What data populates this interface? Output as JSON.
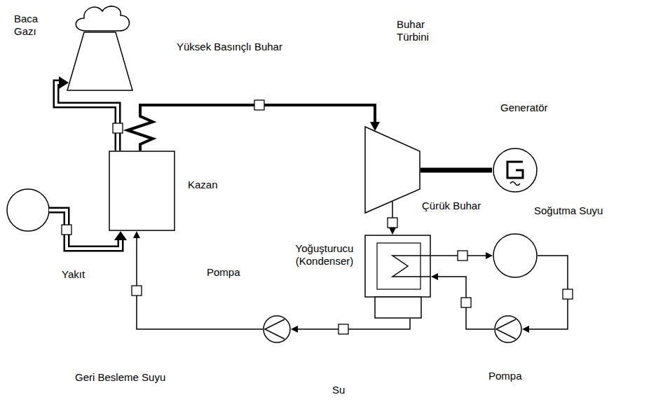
{
  "diagram": {
    "nodes": [
      {
        "text": [
          "Baca Gazı"
        ]
      },
      {
        "text": [
          "Buhar Türbini"
        ]
      },
      {
        "text": [
          "Generatör"
        ]
      },
      {
        "text": [
          "Kazan"
        ]
      },
      {
        "text": [
          "Yoğuşturucu (Kondenser)"
        ]
      },
      {
        "text": [
          "Soğutma Suyu"
        ]
      },
      {
        "text": [
          "Pompa"
        ]
      },
      {
        "text": [
          "Pompa"
        ]
      }
    ],
    "edges": [
      {
        "from": 3,
        "to": 1,
        "label": "Yüksek Basınçlı Buhar",
        "arrow": "to"
      },
      {
        "from": 3,
        "to": 0,
        "arrow": "to"
      },
      {
        "from": 1,
        "to": 2,
        "arrow": "none"
      },
      {
        "from": 1,
        "to": 4,
        "label": "Çürük Buhar",
        "arrow": "to"
      },
      {
        "from": 4,
        "to": 5,
        "arrow": "to"
      },
      {
        "from": 5,
        "to": 7,
        "arrow": "to"
      },
      {
        "from": 7,
        "to": 4,
        "arrow": "to"
      },
      {
        "from": 4,
        "to": 6,
        "label": "Su",
        "arrow": "to"
      },
      {
        "from": 6,
        "to": 3,
        "label": "Geri Besleme Suyu",
        "arrow": "to"
      }
    ],
    "labels": [
      "Yakıt"
    ]
  }
}
